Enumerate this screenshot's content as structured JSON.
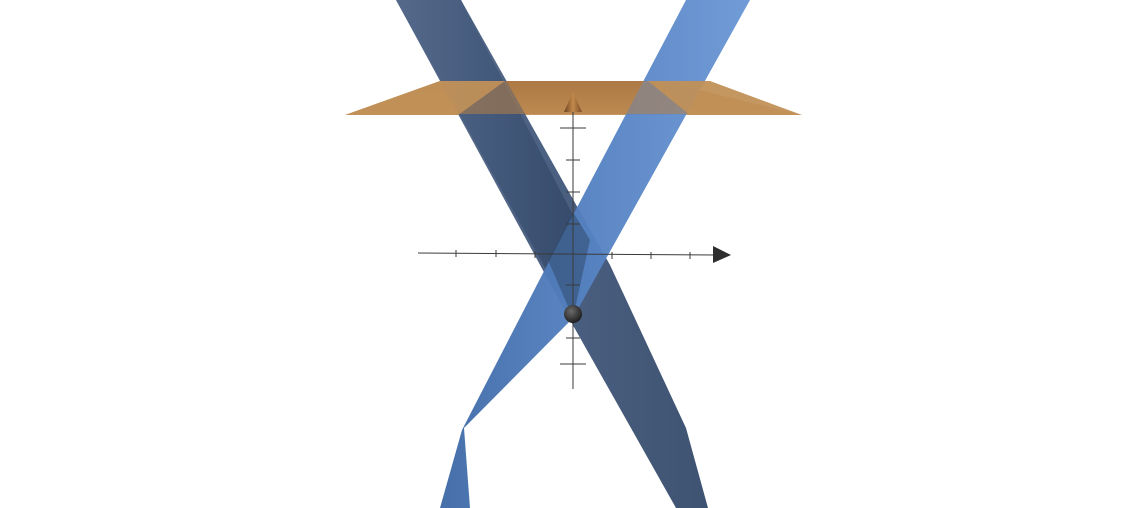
{
  "scene": {
    "type": "3d-graphing-view",
    "background": "#ffffff",
    "axes": {
      "color": "#3a3a3a",
      "arrowhead_color": "#2e2e2e",
      "z_arrowhead_color": "#8a5a2b",
      "x_tick_count": 6,
      "y_tick_count": 4,
      "z_tick_count": 9,
      "labels_shown": false
    },
    "surfaces": [
      {
        "name": "horizontal-plane",
        "kind": "plane",
        "color": "#b58348",
        "opacity": 0.9
      },
      {
        "name": "cone-nappe-left-dark",
        "kind": "cone-band",
        "color": "#3e5577",
        "opacity": 0.95
      },
      {
        "name": "cone-nappe-right-blue",
        "kind": "cone-band",
        "color": "#5a87c6",
        "opacity": 0.95
      }
    ],
    "point": {
      "name": "vertex-point",
      "color": "#262626"
    }
  }
}
